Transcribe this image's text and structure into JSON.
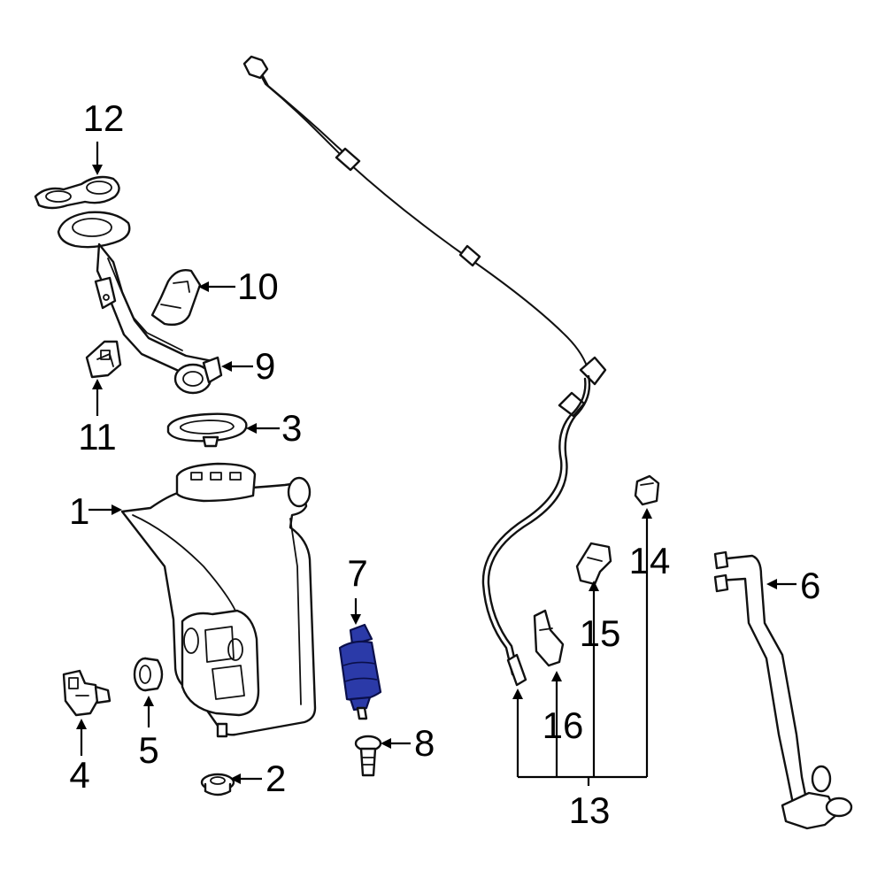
{
  "diagram": {
    "highlight_color": "#2b3aa8",
    "line_color": "#111111",
    "background": "#ffffff",
    "callouts": [
      {
        "id": "c1",
        "label": "1"
      },
      {
        "id": "c2",
        "label": "2"
      },
      {
        "id": "c3",
        "label": "3"
      },
      {
        "id": "c4",
        "label": "4"
      },
      {
        "id": "c5",
        "label": "5"
      },
      {
        "id": "c6",
        "label": "6"
      },
      {
        "id": "c7",
        "label": "7"
      },
      {
        "id": "c8",
        "label": "8"
      },
      {
        "id": "c9",
        "label": "9"
      },
      {
        "id": "c10",
        "label": "10"
      },
      {
        "id": "c11",
        "label": "11"
      },
      {
        "id": "c12",
        "label": "12"
      },
      {
        "id": "c13",
        "label": "13"
      },
      {
        "id": "c14",
        "label": "14"
      },
      {
        "id": "c15",
        "label": "15"
      },
      {
        "id": "c16",
        "label": "16"
      }
    ],
    "highlighted_part": "7"
  }
}
